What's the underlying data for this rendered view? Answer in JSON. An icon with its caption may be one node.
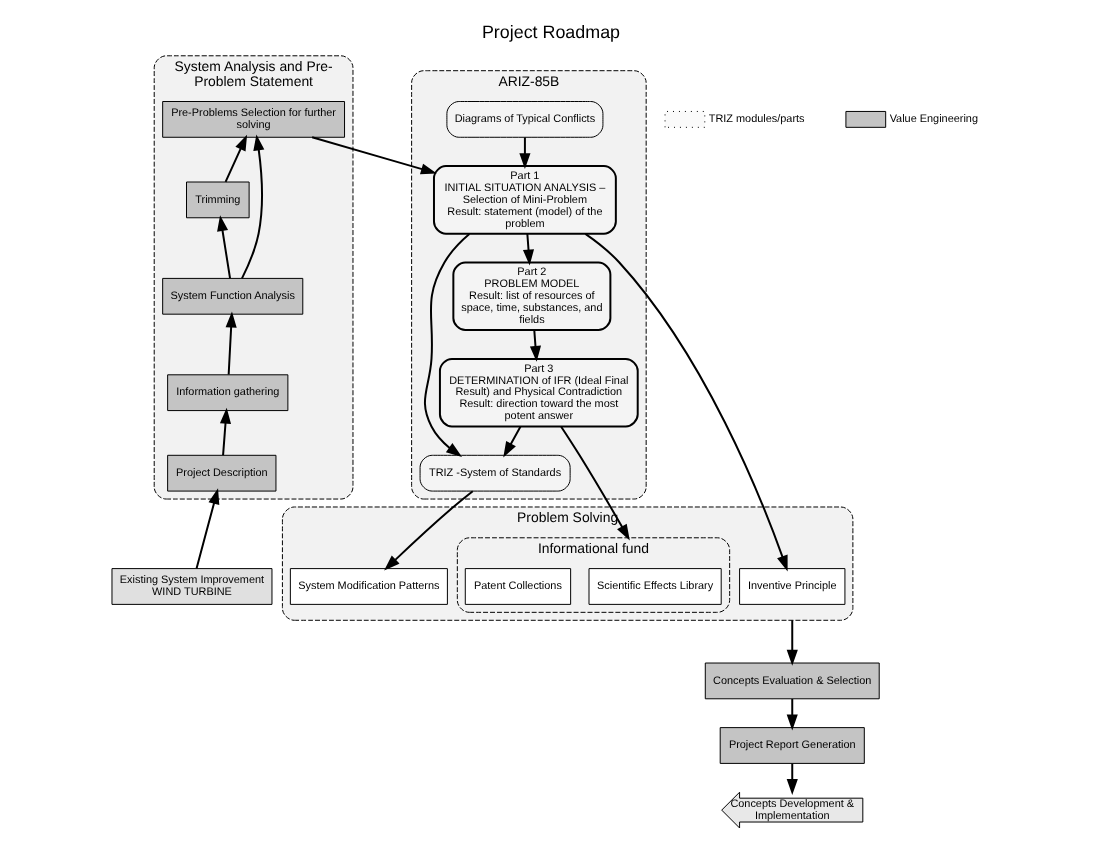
{
  "diagram": {
    "title": "Project Roadmap",
    "nodes": [
      {
        "text": [
          "System Analysis and Pre- Problem Statement"
        ]
      },
      {
        "text": [
          "Pre-Problems Selection for further solving"
        ],
        "in": 0
      },
      {
        "text": [
          "Trimming"
        ],
        "in": 0
      },
      {
        "text": [
          "System Function Analysis"
        ],
        "in": 0
      },
      {
        "text": [
          "Information gathering"
        ],
        "in": 0
      },
      {
        "text": [
          "Project Description"
        ],
        "in": 0
      },
      {
        "text": [
          "Existing System Improvement",
          "WIND TURBINE"
        ]
      },
      {
        "text": [
          "ARIZ-85B"
        ]
      },
      {
        "text": [
          "Diagrams of Typical Conflicts"
        ],
        "in": 7
      },
      {
        "text": [
          "Part 1",
          "INITIAL SITUATION ANALYSIS – Selection of Mini-Problem",
          "Result: statement (model) of the problem"
        ],
        "in": 7
      },
      {
        "text": [
          "Part 2",
          "PROBLEM MODEL",
          "Result: list of resources of space, time, substances, and fields"
        ],
        "in": 7
      },
      {
        "text": [
          "Part 3",
          "DETERMINATION of IFR (Ideal Final Result) and Physical Contradiction",
          "Result: direction toward the most potent answer"
        ],
        "in": 7
      },
      {
        "text": [
          "TRIZ -System of Standards"
        ],
        "in": 7
      },
      {
        "text": [
          "Problem Solving"
        ]
      },
      {
        "text": [
          "Inventive Principle"
        ],
        "in": 13
      },
      {
        "text": [
          "System Modification Patterns"
        ],
        "in": 13
      },
      {
        "text": [
          "Informational fund"
        ],
        "in": 13
      },
      {
        "text": [
          "Scientific Effects Library"
        ],
        "in": 16
      },
      {
        "text": [
          "Patent Collections"
        ],
        "in": 16
      },
      {
        "text": [
          "Concepts Evaluation & Selection"
        ]
      },
      {
        "text": [
          "Project Report Generation"
        ]
      },
      {
        "text": [
          "Concepts Development & Implementation"
        ]
      }
    ],
    "edges": [
      {
        "from": 5,
        "to": 4,
        "arrow": "to"
      },
      {
        "from": 4,
        "to": 3,
        "arrow": "to"
      },
      {
        "from": 3,
        "to": 2,
        "arrow": "to"
      },
      {
        "from": 2,
        "to": 1,
        "arrow": "to"
      },
      {
        "from": 3,
        "to": 1,
        "arrow": "to"
      },
      {
        "from": 6,
        "to": 5,
        "arrow": "to"
      },
      {
        "from": 1,
        "to": 9,
        "arrow": "to"
      },
      {
        "from": 8,
        "to": 9,
        "arrow": "to"
      },
      {
        "from": 9,
        "to": 10,
        "arrow": "to"
      },
      {
        "from": 10,
        "to": 11,
        "arrow": "to"
      },
      {
        "from": 9,
        "to": 12,
        "arrow": "to"
      },
      {
        "from": 11,
        "to": 12,
        "arrow": "to"
      },
      {
        "from": 9,
        "to": 14,
        "arrow": "to"
      },
      {
        "from": 12,
        "to": 15,
        "arrow": "to"
      },
      {
        "from": 11,
        "to": 16,
        "arrow": "to"
      },
      {
        "from": 13,
        "to": 19,
        "arrow": "to"
      },
      {
        "from": 19,
        "to": 20,
        "arrow": "to"
      },
      {
        "from": 20,
        "to": 21,
        "arrow": "to"
      }
    ],
    "legend": [
      {
        "text": "TRIZ modules/parts"
      },
      {
        "text": "Value Engineering",
        "color": "#c4c4c4"
      }
    ]
  }
}
